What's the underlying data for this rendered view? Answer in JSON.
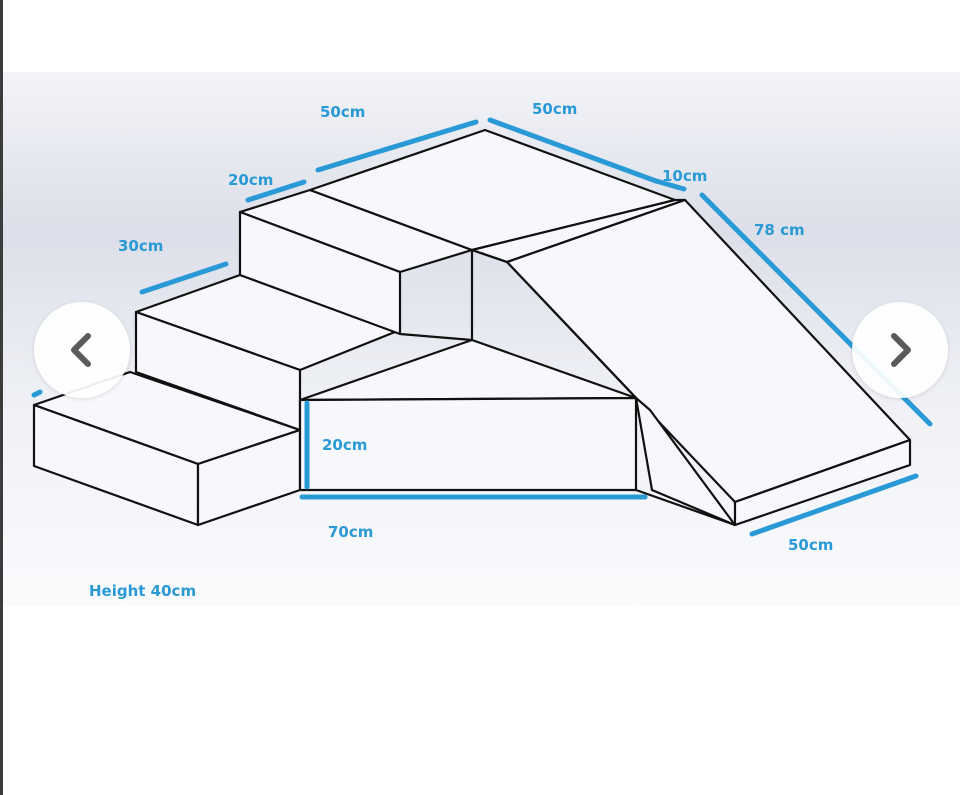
{
  "labels": {
    "top_left_width": "50cm",
    "top_right_width": "50cm",
    "step_top_depth": "20cm",
    "step_mid_depth": "30cm",
    "slide_top_gap": "10cm",
    "slide_length": "78 cm",
    "base_height": "20cm",
    "base_width": "70cm",
    "slide_width": "50cm",
    "height_note": "Height 40cm"
  },
  "navigation": {
    "prev_icon": "chevron-left-icon",
    "next_icon": "chevron-right-icon"
  },
  "colors": {
    "dimension_blue": "#2a9ad6",
    "outline": "#111111"
  }
}
